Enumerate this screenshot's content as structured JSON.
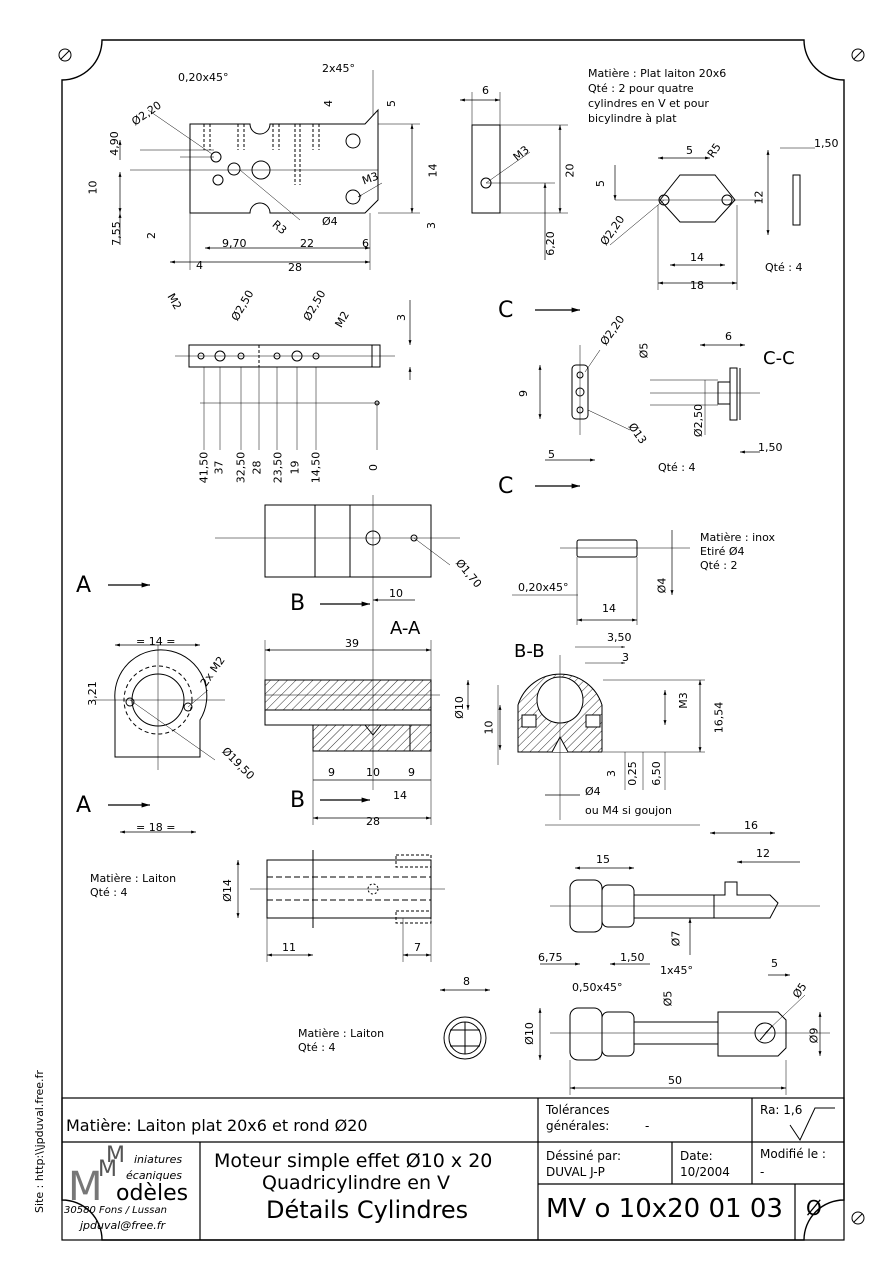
{
  "views": {
    "plate": {
      "dims": {
        "chamfer": "0,20x45°",
        "chamfer2": "2x45°",
        "d220": "Ø2,20",
        "v490": "4,90",
        "v10": "10",
        "v755": "7,55",
        "v2": "2",
        "v4r": "4",
        "v5r": "5",
        "v14r": "14",
        "v3r": "3",
        "m3": "M3",
        "d4": "Ø4",
        "r3": "R3",
        "h4": "4",
        "h970": "9,70",
        "h22": "22",
        "h6": "6",
        "h28": "28"
      }
    },
    "side_small": {
      "w6": "6",
      "m3": "M3",
      "h20": "20",
      "h620": "6,20"
    },
    "note_top": {
      "l1": "Matière : Plat laiton 20x6",
      "l2": "Qté : 2 pour quatre",
      "l3": "cylindres en V et pour",
      "l4": "bicylindre à plat"
    },
    "gasket": {
      "w5": "5",
      "r5": "R5",
      "h5": "5",
      "h12": "12",
      "d220": "Ø2,20",
      "w14": "14",
      "w18": "18",
      "t150": "1,50",
      "qty": "Qté : 4"
    },
    "bar": {
      "m2a": "M2",
      "d250a": "Ø2,50",
      "d250b": "Ø2,50",
      "m2b": "M2",
      "v3": "3",
      "ord": [
        "41,50",
        "37",
        "32,50",
        "28",
        "23,50",
        "19",
        "14,50",
        "0"
      ]
    },
    "block_cc": {
      "c_top": "C",
      "c_bot": "C",
      "d220": "Ø2,20",
      "d5": "Ø5",
      "h9": "9",
      "d13": "Ø13",
      "w5": "5",
      "w6": "6",
      "section": "C-C",
      "d250": "Ø2,50",
      "t150": "1,50",
      "qty": "Qté : 4"
    },
    "topview": {
      "d170": "Ø1,70"
    },
    "pin": {
      "l1": "Matière : inox",
      "l2": "Etiré Ø4",
      "l3": "Qté : 2",
      "chamfer": "0,20x45°",
      "d4": "Ø4",
      "w14": "14"
    },
    "ring": {
      "a_top": "A",
      "a_bot": "A",
      "w14": "= 14 =",
      "w18": "= 18 =",
      "v321": "3,21",
      "m2": "2x M2",
      "d1950": "Ø19,50"
    },
    "section_aa": {
      "title": "A-A",
      "b_top": "B",
      "b_bot": "B",
      "w10b": "10",
      "w39": "39",
      "d10": "Ø10",
      "w9a": "9",
      "w10": "10",
      "w9b": "9",
      "w14": "14",
      "w28": "28"
    },
    "section_bb": {
      "title": "B-B",
      "w350": "3,50",
      "w3": "3",
      "h10": "10",
      "m3": "M3",
      "h1654": "16,54",
      "v3": "3",
      "v025": "0,25",
      "v650": "6,50",
      "d4": "Ø4",
      "note": "ou M4 si goujon"
    },
    "cylinder": {
      "note1": "Matière : Laiton",
      "note2": "Qté : 4",
      "d14": "Ø14",
      "w11": "11",
      "w7": "7"
    },
    "piston_end": {
      "w8": "8",
      "note1": "Matière : Laiton",
      "note2": "Qté : 4"
    },
    "rod1": {
      "w16": "16",
      "w15": "15",
      "w12": "12",
      "d7": "Ø7",
      "w675": "6,75",
      "w150": "1,50"
    },
    "rod2": {
      "chamfer1": "1x45°",
      "chamfer2": "0,50x45°",
      "d5a": "Ø5",
      "w5": "5",
      "d5b": "Ø5",
      "d10": "Ø10",
      "d9": "Ø9",
      "w50": "50"
    }
  },
  "side_site": "Site : http:\\\\jpduval.free.fr",
  "title_block": {
    "matiere": "Matière:  Laiton plat 20x6 et rond Ø20",
    "tol_label1": "Tolérances",
    "tol_label2": "générales:",
    "tol_value": "-",
    "ra": "Ra: 1,6",
    "logo": {
      "l1": "iniatures",
      "l2": "écaniques",
      "l3": "odèles",
      "big_m1": "M",
      "big_m2": "M",
      "big_m3": "M",
      "addr": "30580 Fons / Lussan",
      "mail": "jpduval@free.fr"
    },
    "title1": "Moteur simple effet Ø10 x 20",
    "title2": "Quadricylindre en V",
    "title3": "Détails Cylindres",
    "drawn_label": "Déssiné par:",
    "drawn_value": "DUVAL J-P",
    "date_label": "Date:",
    "date_value": "10/2004",
    "mod_label": "Modifié le :",
    "mod_value": "-",
    "ref": "MV o 10x20 01 03",
    "sym": "Ø"
  }
}
